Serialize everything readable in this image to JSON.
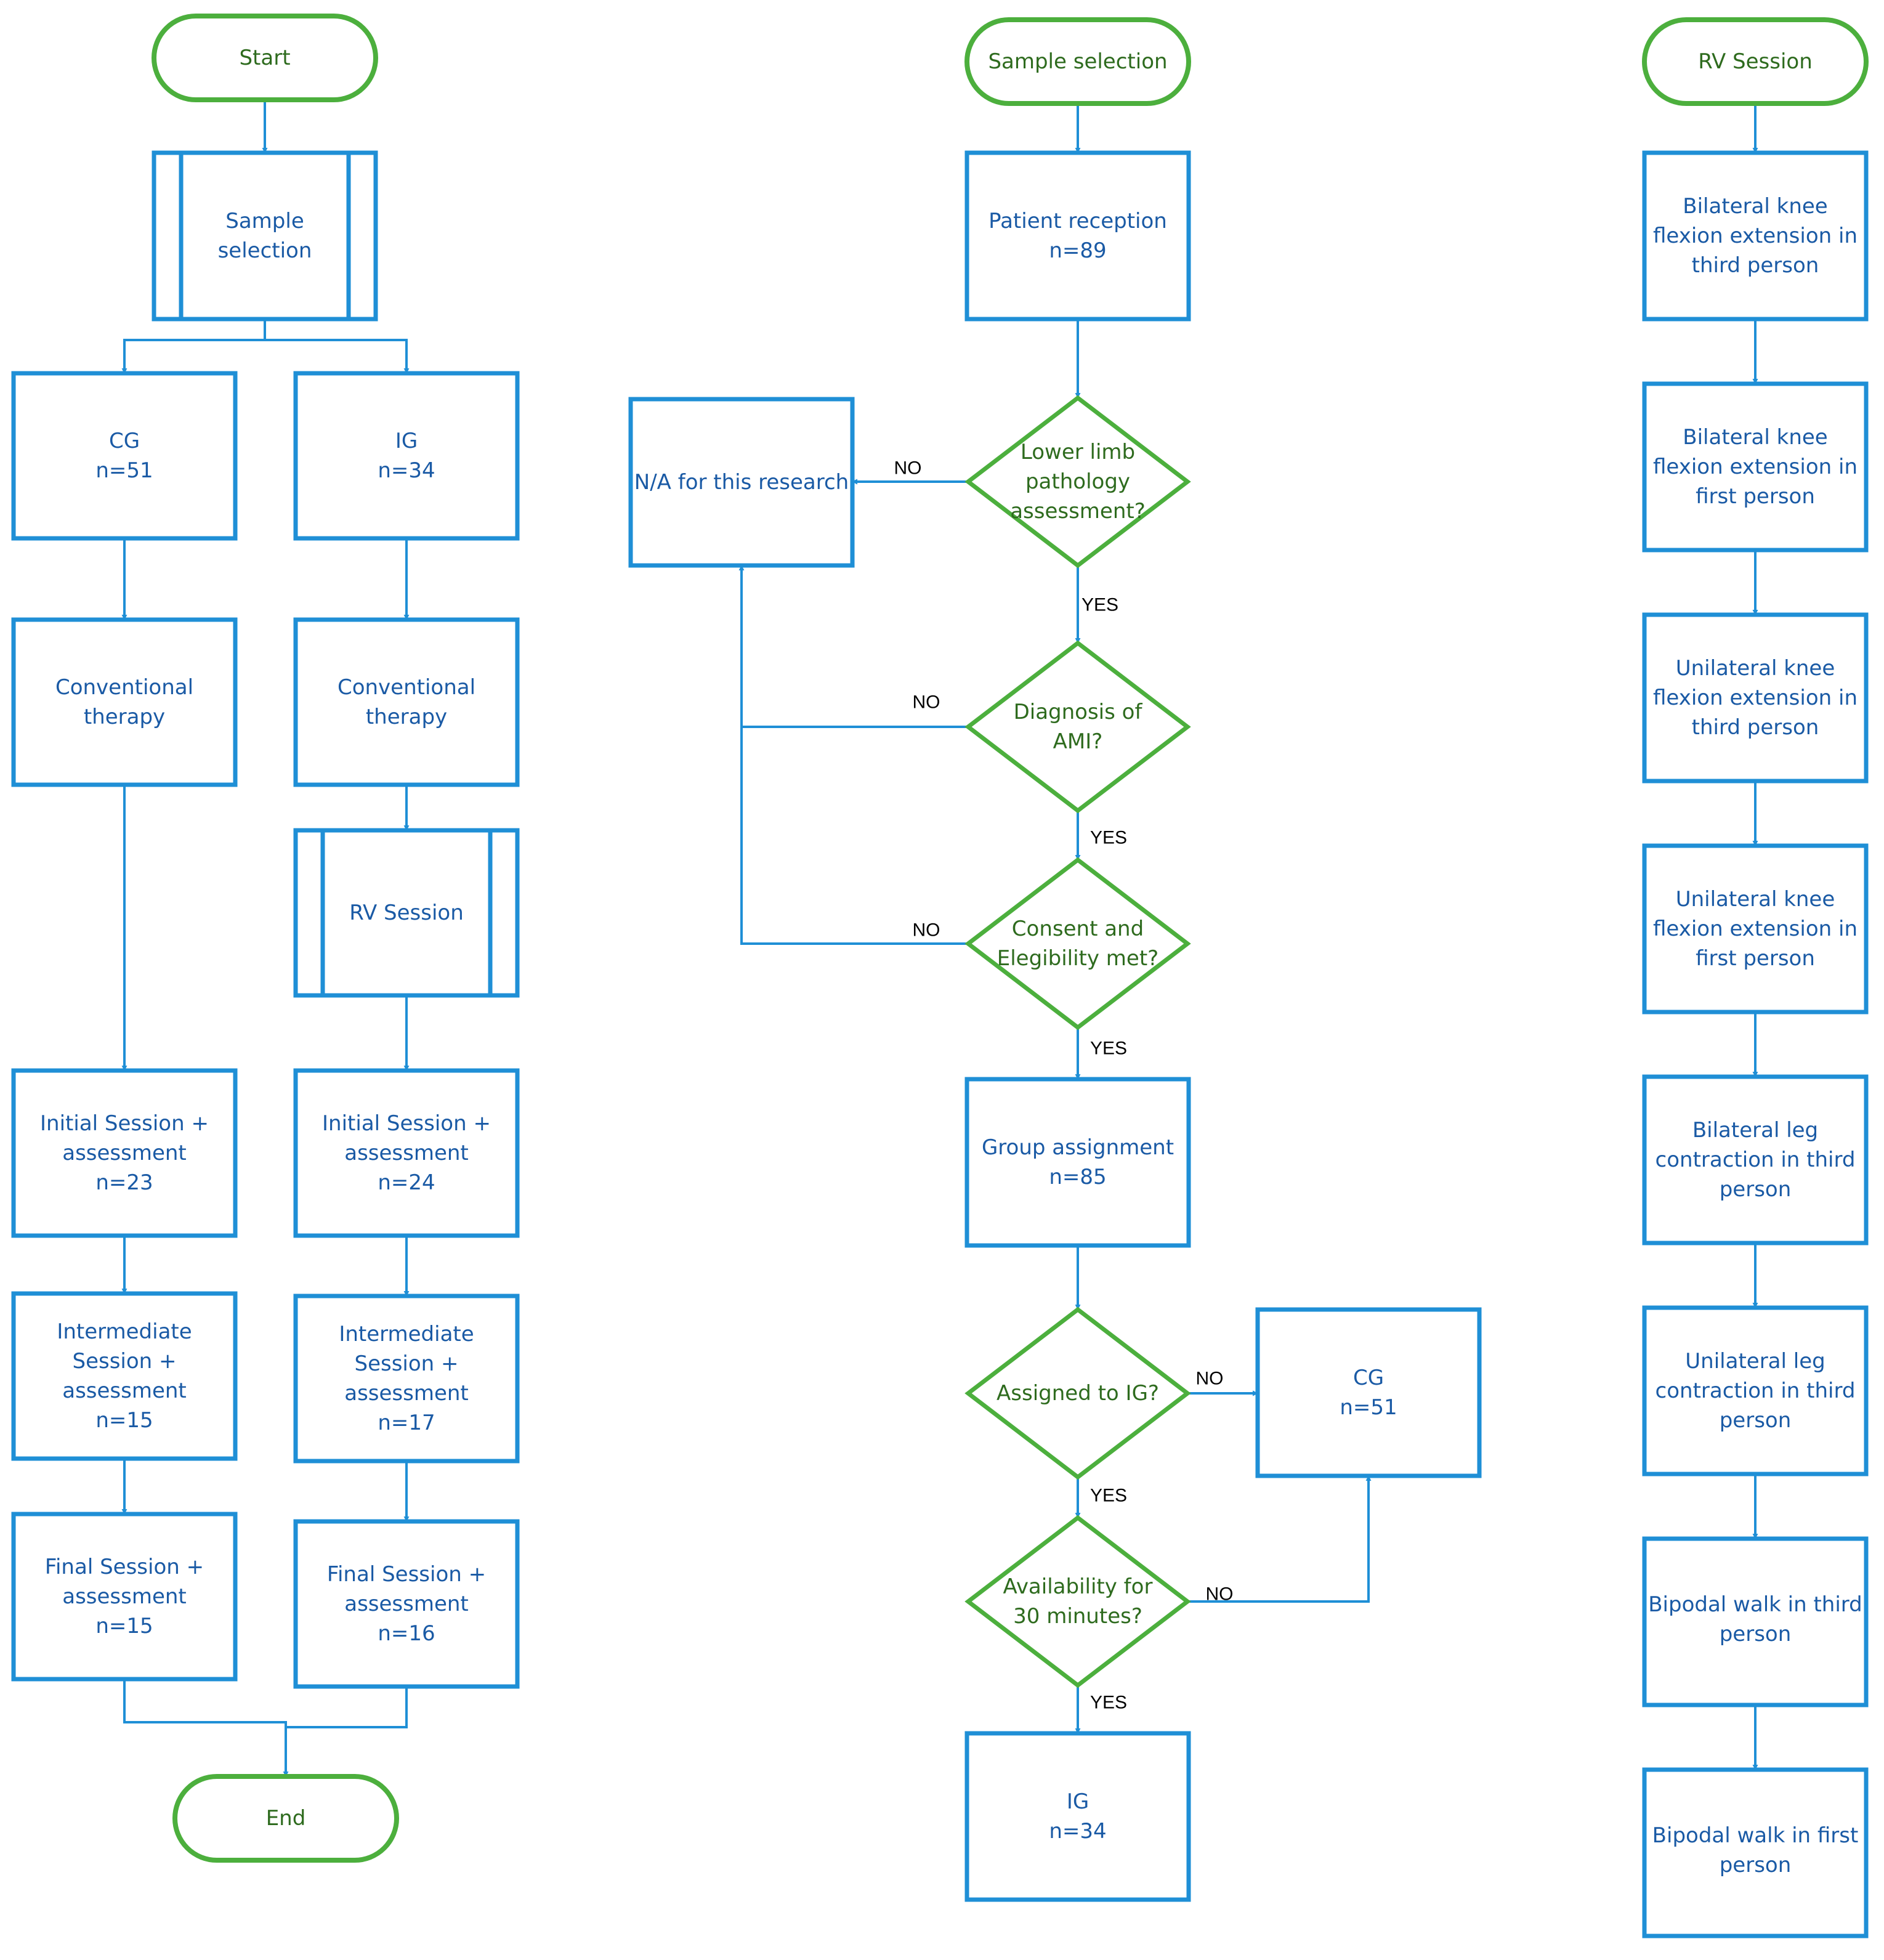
{
  "colors": {
    "process_border": "#1f8fd6",
    "terminal_border": "#4caf3d",
    "decision_border": "#4caf3d",
    "process_text": "#1a5aa5",
    "green_text": "#2e6b1e",
    "connector": "#1f8fd6"
  },
  "flow_1": {
    "start": "Start",
    "sample_selection": [
      "Sample",
      "selection"
    ],
    "cg": [
      "CG",
      "n=51"
    ],
    "ig": [
      "IG",
      "n=34"
    ],
    "cg_therapy": [
      "Conventional",
      "therapy"
    ],
    "ig_therapy": [
      "Conventional",
      "therapy"
    ],
    "rv_session": "RV Session",
    "cg_initial": [
      "Initial Session +",
      "assessment",
      "n=23"
    ],
    "ig_initial": [
      "Initial Session +",
      "assessment",
      "n=24"
    ],
    "cg_intermediate": [
      "Intermediate",
      "Session +",
      "assessment",
      "n=15"
    ],
    "ig_intermediate": [
      "Intermediate",
      "Session +",
      "assessment",
      "n=17"
    ],
    "cg_final": [
      "Final Session +",
      "assessment",
      "n=15"
    ],
    "ig_final": [
      "Final Session +",
      "assessment",
      "n=16"
    ],
    "end": "End"
  },
  "flow_2": {
    "start": "Sample selection",
    "reception": [
      "Patient reception",
      "n=89"
    ],
    "na": "N/A for this research",
    "d_lower_limb": [
      "Lower limb",
      "pathology",
      "assessment?"
    ],
    "d_ami": [
      "Diagnosis of",
      "AMI?"
    ],
    "d_consent": [
      "Consent and",
      "Elegibility  met?"
    ],
    "group_assignment": [
      "Group assignment",
      "n=85"
    ],
    "d_assigned": [
      "Assigned to IG?"
    ],
    "cg": [
      "CG",
      "n=51"
    ],
    "d_availability": [
      "Availability for",
      "30 minutes?"
    ],
    "ig": [
      "IG",
      "n=34"
    ],
    "yes": "YES",
    "no": "NO"
  },
  "flow_3": {
    "start": "RV Session",
    "steps": [
      [
        "Bilateral knee",
        "flexion extension in",
        "third person"
      ],
      [
        "Bilateral knee",
        "flexion extension in",
        "first person"
      ],
      [
        "Unilateral knee",
        "flexion extension in",
        "third person"
      ],
      [
        "Unilateral knee",
        "flexion extension in",
        "first person"
      ],
      [
        "Bilateral leg",
        "contraction in third",
        "person"
      ],
      [
        "Unilateral leg",
        "contraction in third",
        "person"
      ],
      [
        "Bipodal walk in third",
        "person"
      ],
      [
        "Bipodal walk  in first",
        "person"
      ]
    ]
  }
}
